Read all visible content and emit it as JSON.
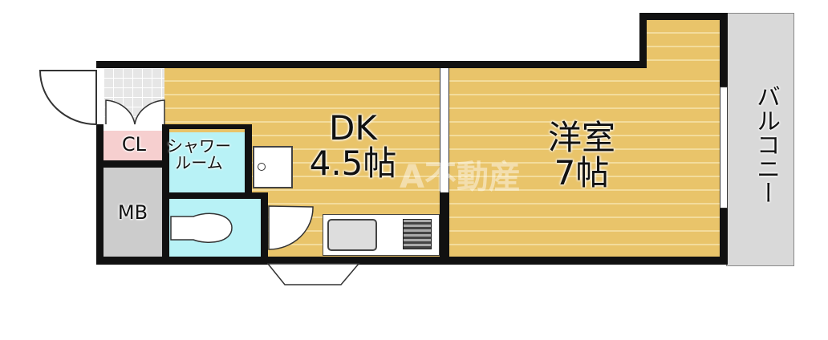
{
  "rooms": {
    "dk": {
      "name": "DK",
      "size": "4.5帖"
    },
    "western": {
      "name": "洋室",
      "size": "7帖"
    },
    "closet": "CL",
    "shower": {
      "line1": "シャワー",
      "line2": "ルーム"
    },
    "meter_box": "MB",
    "balcony": "バルコニー"
  },
  "watermark": "A不動産",
  "colors": {
    "floor": "#e9c46a",
    "wet_area": "#b8f2f6",
    "closet": "#f6cfcf",
    "meter_box": "#cccccc",
    "balcony": "#d9d9d9",
    "wall": "#111111"
  }
}
